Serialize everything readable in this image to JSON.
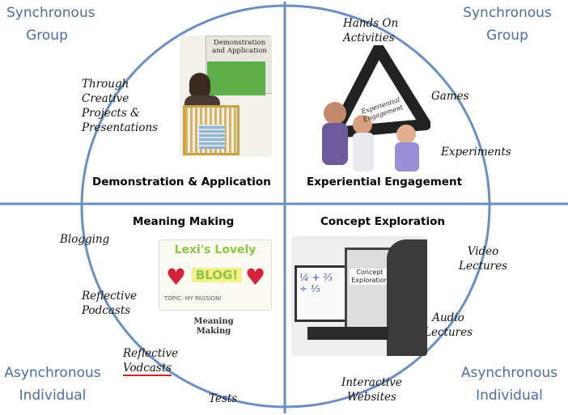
{
  "corners": {
    "top_left": {
      "line1": "Synchronous",
      "line2": "Group"
    },
    "top_right": {
      "line1": "Synchronous",
      "line2": "Group"
    },
    "bottom_left": {
      "line1": "Asynchronous",
      "line2": "Individual"
    },
    "bottom_right": {
      "line1": "Asynchronous",
      "line2": "Individual"
    }
  },
  "quadrants": {
    "top_left": {
      "title": "Demonstration & Application",
      "photo_caption": "Demonstration and Application",
      "activities": [
        "Through",
        "Creative",
        "Projects &",
        "Presentations"
      ]
    },
    "top_right": {
      "title": "Experiential Engagement",
      "triangle_label": "Experiential Engagement",
      "activities": {
        "hands_on_1": "Hands On",
        "hands_on_2": "Activities",
        "games": "Games",
        "experiments": "Experiments"
      }
    },
    "bottom_left": {
      "title": "Meaning Making",
      "poster_title": "Lexi's Lovely",
      "poster_word": "BLOG!",
      "poster_topic": "TOPIC: MY PASSION!",
      "poster_label": "Meaning Making",
      "activities": {
        "blogging": "Blogging",
        "podcasts_1": "Reflective",
        "podcasts_2": "Podcasts",
        "vodcasts_1": "Reflective",
        "vodcasts_2": "Vodcasts",
        "tests": "Tests"
      }
    },
    "bottom_right": {
      "title": "Concept Exploration",
      "screen_label": "Concept Exploration",
      "activities": {
        "video_1": "Video",
        "video_2": "Lectures",
        "audio_1": "Audio",
        "audio_2": "Lectures",
        "interactive_1": "Interactive",
        "interactive_2": "Websites"
      }
    }
  },
  "colors": {
    "axis": "#6a8fc4",
    "corner_text": "#4a6fa5",
    "vodcast_underline": "#c62828"
  }
}
